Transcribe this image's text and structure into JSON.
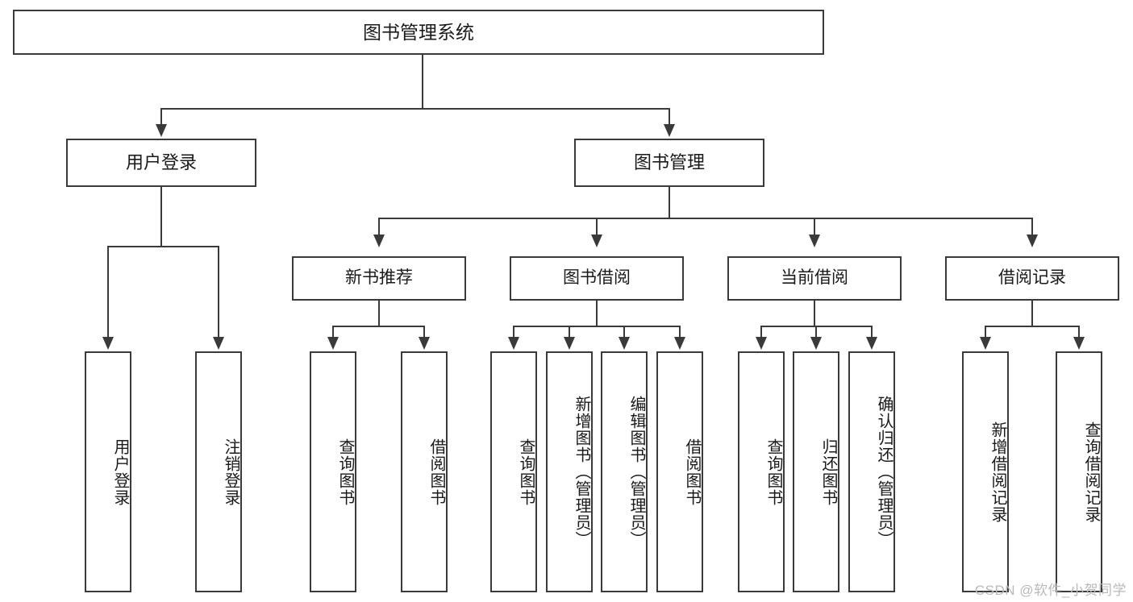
{
  "diagram": {
    "type": "tree-hierarchy",
    "title": "图书管理系统",
    "watermark": "CSDN @软件_小贺同学",
    "accent_color": "#3a3a3a",
    "background_color": "#ffffff",
    "root": {
      "label": "图书管理系统"
    },
    "level2": [
      {
        "id": "user-login",
        "label": "用户登录"
      },
      {
        "id": "book-management",
        "label": "图书管理"
      }
    ],
    "level3": [
      {
        "id": "new-book-recommend",
        "label": "新书推荐",
        "parent": "book-management"
      },
      {
        "id": "book-borrow",
        "label": "图书借阅",
        "parent": "book-management"
      },
      {
        "id": "current-borrow",
        "label": "当前借阅",
        "parent": "book-management"
      },
      {
        "id": "borrow-record",
        "label": "借阅记录",
        "parent": "book-management"
      }
    ],
    "leaves": [
      {
        "id": "leaf-user-login",
        "label": "用户登录",
        "parent": "user-login"
      },
      {
        "id": "leaf-user-logout",
        "label": "注销登录",
        "parent": "user-login"
      },
      {
        "id": "leaf-query-book-1",
        "label": "查询图书",
        "parent": "new-book-recommend"
      },
      {
        "id": "leaf-borrow-book-1",
        "label": "借阅图书",
        "parent": "new-book-recommend"
      },
      {
        "id": "leaf-query-book-2",
        "label": "查询图书",
        "parent": "book-borrow"
      },
      {
        "id": "leaf-add-book",
        "label": "新增图书（管理员）",
        "parent": "book-borrow"
      },
      {
        "id": "leaf-edit-book",
        "label": "编辑图书（管理员）",
        "parent": "book-borrow"
      },
      {
        "id": "leaf-borrow-book-2",
        "label": "借阅图书",
        "parent": "book-borrow"
      },
      {
        "id": "leaf-query-book-3",
        "label": "查询图书",
        "parent": "current-borrow"
      },
      {
        "id": "leaf-return-book",
        "label": "归还图书",
        "parent": "current-borrow"
      },
      {
        "id": "leaf-confirm-return",
        "label": "确认归还（管理员）",
        "parent": "current-borrow"
      },
      {
        "id": "leaf-add-record",
        "label": "新增借阅记录",
        "parent": "borrow-record"
      },
      {
        "id": "leaf-query-record",
        "label": "查询借阅记录",
        "parent": "borrow-record"
      }
    ]
  }
}
